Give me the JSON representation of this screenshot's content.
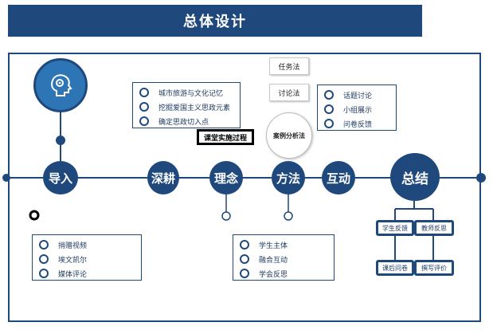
{
  "title": "总体设计",
  "stages": {
    "intro": "导入",
    "deepen": "深耕",
    "concept": "理念",
    "method": "方法",
    "interact": "互动",
    "summary": "总结"
  },
  "intro_list": [
    "捎赠视频",
    "埃文凯尔",
    "媒体评论"
  ],
  "deepen_list": [
    "城市旅游与文化记忆",
    "挖掘爱国主义思政元素",
    "确定思政切入点"
  ],
  "concept_list": [
    "学生主体",
    "融合互动",
    "学会反思"
  ],
  "methods": {
    "task": "任务法",
    "discussion": "讨论法",
    "case": "案例分析法"
  },
  "process_label": "课堂实施过程",
  "interact_list": [
    "话题讨论",
    "小组展示",
    "问卷反馈"
  ],
  "summary_tree": {
    "row1": [
      "学生反馈",
      "教师反思"
    ],
    "row2": [
      "课后问卷",
      "撰写评价"
    ]
  },
  "colors": {
    "primary": "#1f497d",
    "accent": "#2e75b6"
  },
  "icons": {
    "head": "head-gears-icon"
  }
}
